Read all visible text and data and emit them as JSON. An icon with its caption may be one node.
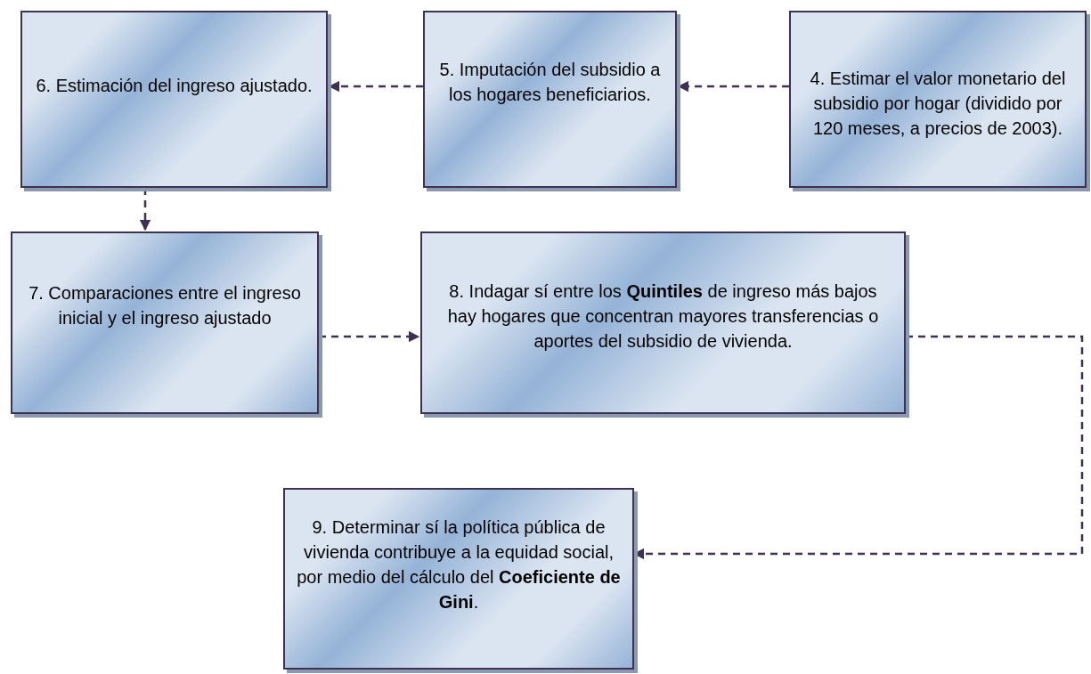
{
  "diagram": {
    "nodes": [
      {
        "text": [
          "4. Estimar el valor monetario del subsidio por hogar (dividido por 120 meses, a precios de 2003)."
        ]
      },
      {
        "text": [
          "5. Imputación del subsidio a los hogares beneficiarios."
        ]
      },
      {
        "text": [
          "6. Estimación del ingreso ajustado."
        ]
      },
      {
        "text": [
          "7. Comparaciones entre el ingreso inicial y el ingreso ajustado"
        ]
      },
      {
        "text": [
          "8. Indagar sí entre los **Quintiles** de ingreso más bajos hay hogares que concentran mayores transferencias o aportes del subsidio de vivienda."
        ]
      },
      {
        "text": [
          "9. Determinar sí la política pública de vivienda contribuye a la equidad social, por medio del cálculo del **Coeficiente de Gini**."
        ]
      }
    ],
    "edges": [
      {
        "from": 0,
        "to": 1,
        "arrow": "to",
        "style": "dashed"
      },
      {
        "from": 1,
        "to": 2,
        "arrow": "to",
        "style": "dashed"
      },
      {
        "from": 2,
        "to": 3,
        "arrow": "to",
        "style": "dashed"
      },
      {
        "from": 3,
        "to": 4,
        "arrow": "to",
        "style": "dashed"
      },
      {
        "from": 4,
        "to": 5,
        "arrow": "to",
        "style": "dashed"
      }
    ]
  }
}
